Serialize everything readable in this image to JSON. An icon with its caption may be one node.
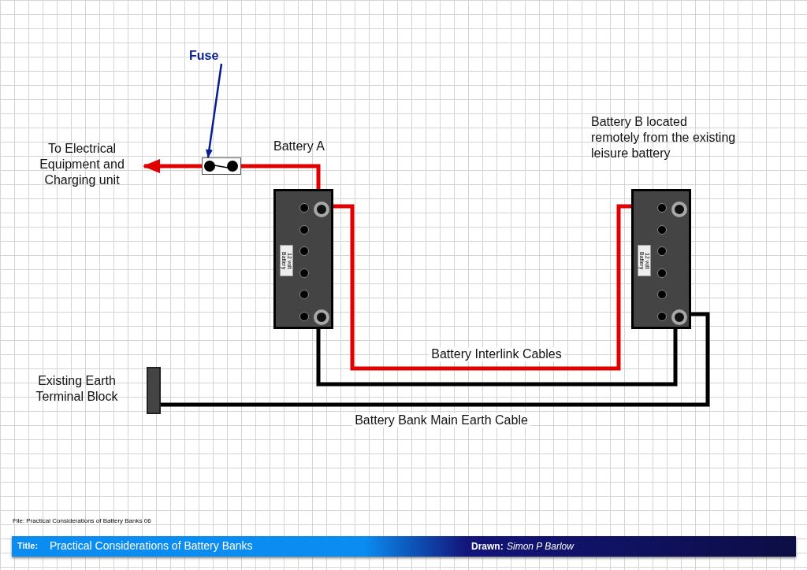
{
  "diagram": {
    "title": "Practical Considerations of Battery Banks",
    "nodes": [
      {
        "text": [
          "Battery A"
        ]
      },
      {
        "text": [
          "12 volt Battery"
        ],
        "in": 0
      },
      {
        "text": [],
        "shape": "circle",
        "in": 0
      },
      {
        "text": [],
        "shape": "circle",
        "in": 0
      },
      {
        "text": [
          "Battery B located remotely from the existing leisure battery"
        ]
      },
      {
        "text": [
          "12 volt Battery"
        ],
        "in": 4
      },
      {
        "text": [],
        "shape": "circle",
        "in": 4
      },
      {
        "text": [],
        "shape": "circle",
        "in": 4
      },
      {
        "text": [],
        "shape": "box"
      },
      {
        "text": [
          "Fuse"
        ]
      },
      {
        "text": [
          "To Electrical Equipment and Charging unit"
        ]
      },
      {
        "text": [],
        "shape": "bar",
        "beside": [
          "Existing Earth Terminal Block"
        ]
      }
    ],
    "edges": [
      {
        "from": 2,
        "to": 8,
        "arrow": "none"
      },
      {
        "from": 8,
        "to": 10,
        "arrow": "to"
      },
      {
        "from": 2,
        "to": 6,
        "arrow": "none",
        "label": "Battery Interlink Cables"
      },
      {
        "from": 3,
        "to": 7,
        "arrow": "none",
        "color": "#000000"
      },
      {
        "from": 7,
        "to": 11,
        "arrow": "none",
        "label": "Battery Bank Main Earth Cable",
        "color": "#000000"
      },
      {
        "from": 9,
        "to": 8,
        "arrow": "to",
        "color": "#0a1f8f"
      }
    ],
    "labels": [
      "File: Practical Considerations of Battery Banks 06",
      "Title:",
      "Drawn:",
      "Simon P Barlow"
    ]
  }
}
